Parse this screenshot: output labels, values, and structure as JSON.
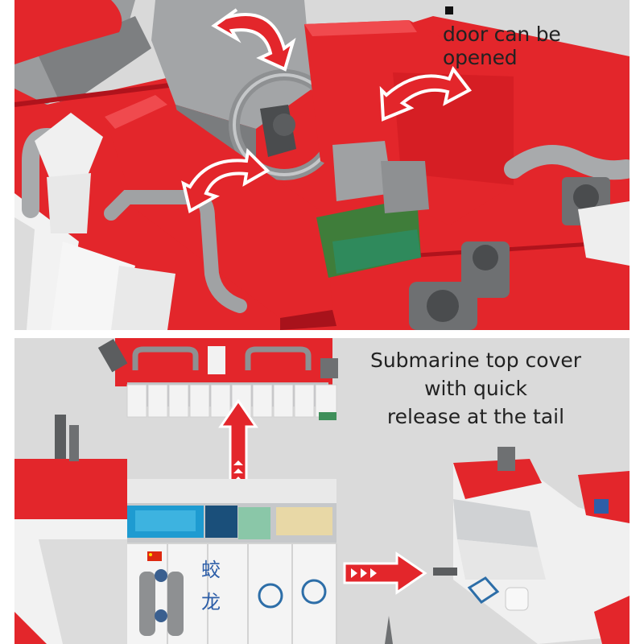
{
  "top_panel": {
    "caption_bullet": "■",
    "caption": "door can be opened",
    "colors": {
      "background": "#d9d9d9",
      "brick_red": "#e3262b",
      "brick_dark_red": "#a8121b",
      "brick_grey": "#8a8c8e",
      "brick_white": "#f4f4f4"
    }
  },
  "bottom_panel": {
    "caption_lines": [
      "Submarine top cover",
      "with quick",
      "release at the tail"
    ],
    "hull_text": [
      "蛟",
      "龙"
    ],
    "colors": {
      "background": "#dadada",
      "arrow_red": "#e3262b"
    }
  },
  "icons": [
    "curved-double-arrow-icon",
    "steering-wheel",
    "up-arrow-icon",
    "right-arrow-icon",
    "china-flag-icon",
    "emblem-icon"
  ]
}
